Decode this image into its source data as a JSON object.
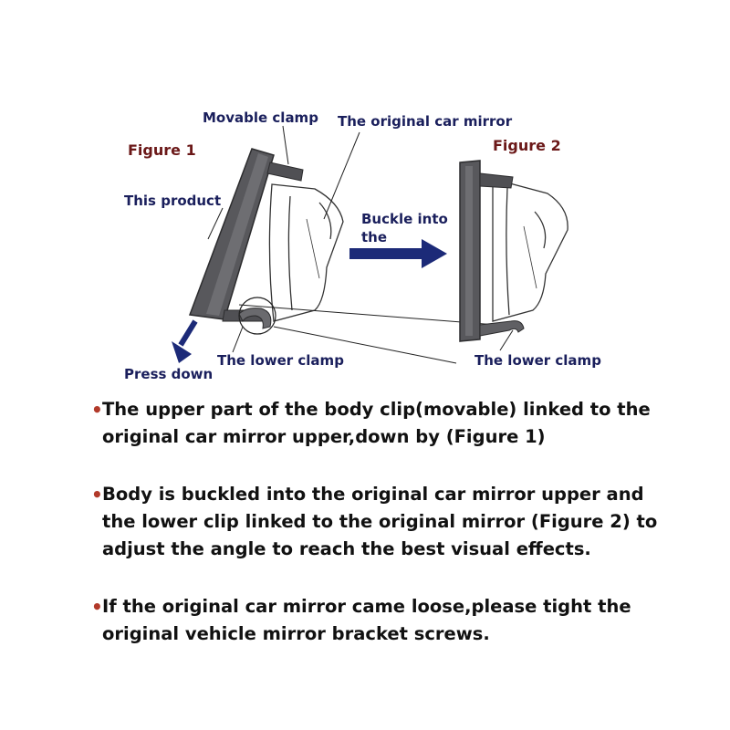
{
  "colors": {
    "label": "#1a1f5c",
    "figure_title": "#6b1818",
    "device": "#5a5a5e",
    "arrow": "#1c2a78",
    "bullet": "#b23a2a"
  },
  "figure1": {
    "title": "Figure 1",
    "label_product": "This product",
    "label_movable_clamp": "Movable clamp",
    "label_mirror": "The original car mirror",
    "label_lower_clamp": "The lower clamp",
    "label_press_down": "Press down"
  },
  "figure2": {
    "title": "Figure 2",
    "label_buckle_line1": "Buckle into",
    "label_buckle_line2": "the",
    "label_lower_clamp": "The lower clamp"
  },
  "notes": [
    {
      "bullet_icon": "bullet-dot",
      "text": "The upper part of the body clip(movable) linked to the\noriginal car mirror upper,down by (Figure 1)"
    },
    {
      "bullet_icon": "bullet-dot",
      "text": "Body is buckled into the original car mirror upper and\nthe lower clip linked to the original mirror (Figure 2) to\nadjust the angle to reach the best visual effects."
    },
    {
      "bullet_icon": "bullet-dot",
      "text": "If the original car mirror came loose,please tight the\noriginal vehicle mirror bracket screws."
    }
  ]
}
